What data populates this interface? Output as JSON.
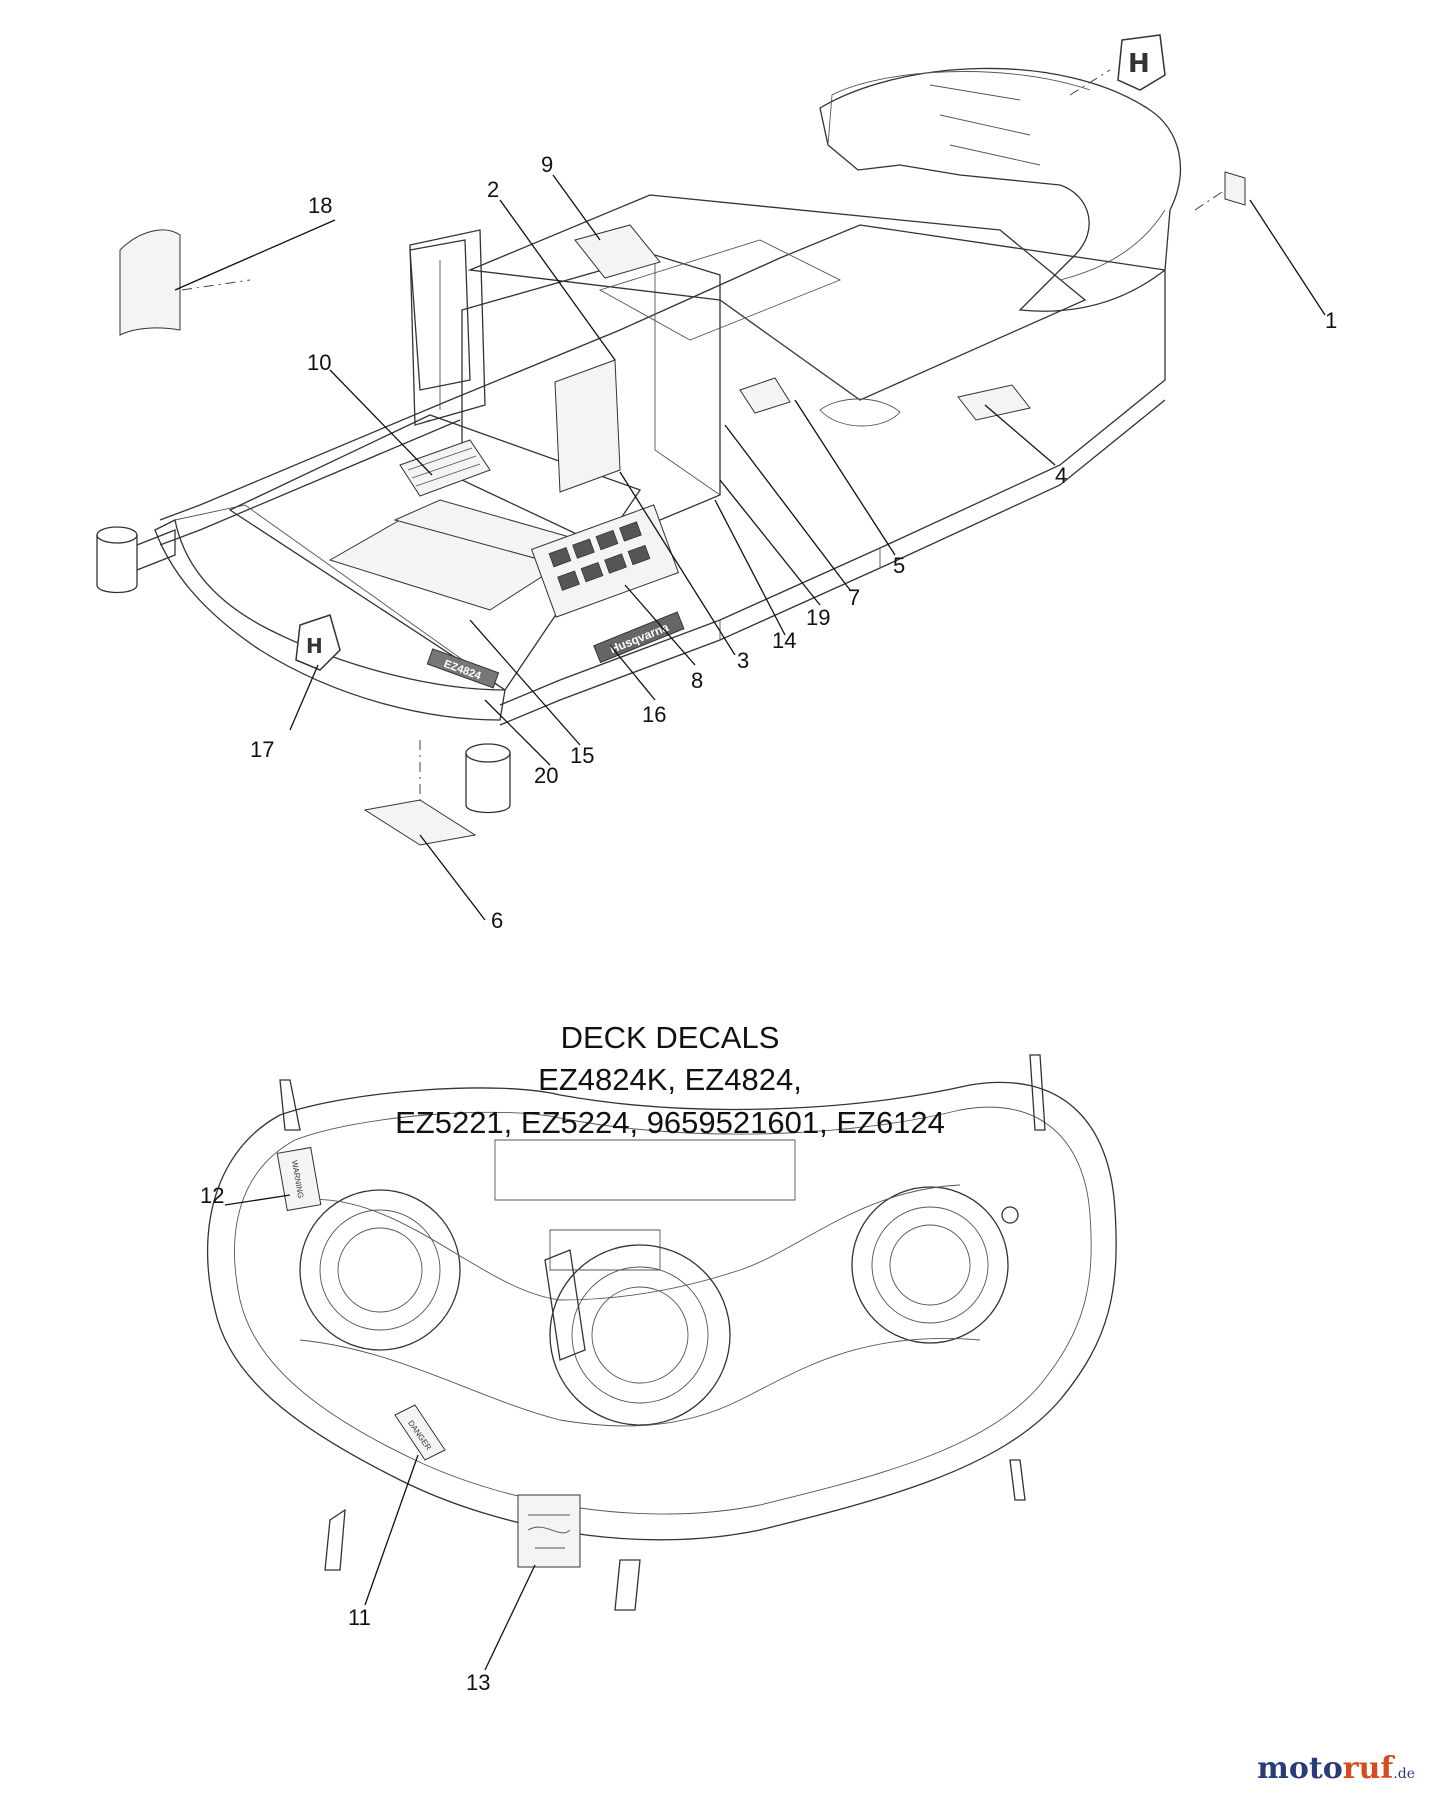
{
  "callouts": {
    "c1": "1",
    "c2": "2",
    "c3": "3",
    "c4": "4",
    "c5": "5",
    "c6": "6",
    "c7": "7",
    "c8": "8",
    "c9": "9",
    "c10": "10",
    "c11": "11",
    "c12": "12",
    "c13": "13",
    "c14": "14",
    "c15": "15",
    "c16": "16",
    "c17": "17",
    "c18": "18",
    "c19": "19",
    "c20": "20"
  },
  "section_title": {
    "line1": "DECK DECALS",
    "line2": "EZ4824K, EZ4824,",
    "line3": "EZ5221, EZ5224, 9659521601, EZ6124"
  },
  "decal_text": {
    "danger": "DANGER",
    "warning": "WARNING",
    "brand": "Husqvarna",
    "model": "EZ4824"
  },
  "watermark": {
    "part1": "moto",
    "part2": "ruf",
    "suffix": ".de"
  }
}
